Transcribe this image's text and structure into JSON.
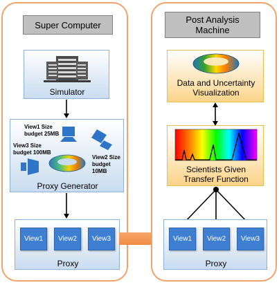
{
  "left": {
    "title": "Super Computer",
    "simulator_label": "Simulator",
    "proxy_generator_label": "Proxy Generator",
    "view1_budget": [
      "View1 Size",
      "budget 25MB"
    ],
    "view2_budget": [
      "View2 Size",
      "budget 10MB"
    ],
    "view3_budget": [
      "View3 Size",
      "budget 100MB"
    ],
    "proxy_label": "Proxy",
    "views": [
      "View1",
      "View2",
      "View3"
    ]
  },
  "right": {
    "title_line1": "Post Analysis",
    "title_line2": "Machine",
    "visualization_line1": "Data and Uncertainty",
    "visualization_line2": "Visualization",
    "transfer_line1": "Scientists Given",
    "transfer_line2": "Transfer Function",
    "proxy_label": "Proxy",
    "views": [
      "View1",
      "View2",
      "View3"
    ]
  },
  "colors": {
    "panel_border": "#f2a36b",
    "transfer_arrow": "#f4974c",
    "view_blue": "#3f7fd1",
    "camera_blue": "#2e75c8"
  }
}
